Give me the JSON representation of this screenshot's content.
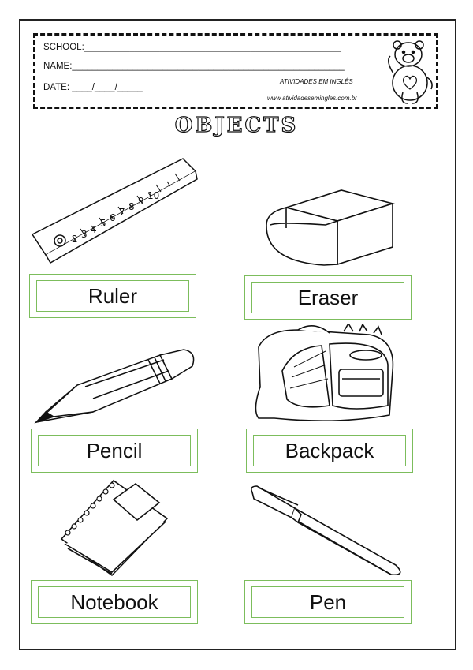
{
  "header": {
    "school": "SCHOOL:___________________________________________________",
    "name": "NAME:______________________________________________________",
    "date": "DATE: ____/____/_____",
    "brand_title": "ATIVIDADES EM INGLÊS",
    "brand_url": "www.atividadesemingles.com.br"
  },
  "title": "OBJECTS",
  "items": [
    {
      "label": "Ruler"
    },
    {
      "label": "Eraser"
    },
    {
      "label": "Pencil"
    },
    {
      "label": "Backpack"
    },
    {
      "label": "Notebook"
    },
    {
      "label": "Pen"
    }
  ],
  "colors": {
    "label_border": "#7cbd5c",
    "ink": "#111111"
  }
}
